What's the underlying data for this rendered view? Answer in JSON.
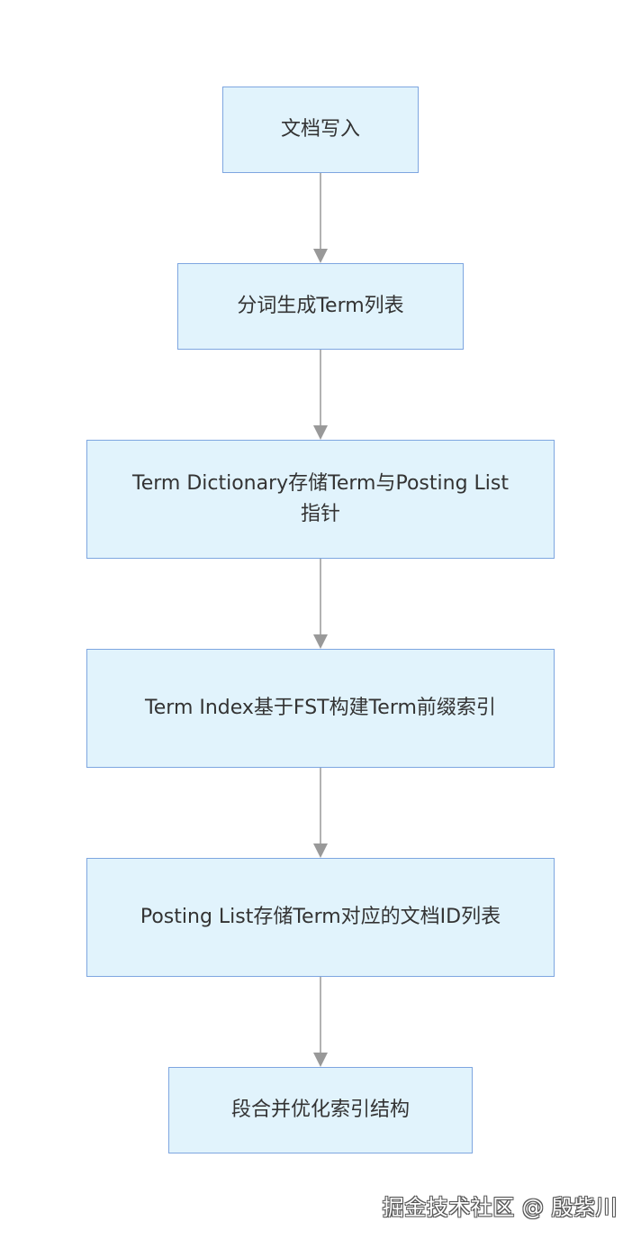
{
  "nodes": [
    {
      "label": "文档写入"
    },
    {
      "label": "分词生成Term列表"
    },
    {
      "label": "Term Dictionary存储Term与Posting List指针"
    },
    {
      "label": "Term Index基于FST构建Term前缀索引"
    },
    {
      "label": "Posting List存储Term对应的文档ID列表"
    },
    {
      "label": "段合并优化索引结构"
    }
  ],
  "edges": [
    {
      "from": 0,
      "to": 1
    },
    {
      "from": 1,
      "to": 2
    },
    {
      "from": 2,
      "to": 3
    },
    {
      "from": 3,
      "to": 4
    },
    {
      "from": 4,
      "to": 5
    }
  ],
  "colors": {
    "node_fill": "#e1f3fc",
    "node_border": "#7ea6e0",
    "edge": "#999999",
    "text": "#333333"
  },
  "watermark": "掘金技术社区 @ 殷紫川"
}
